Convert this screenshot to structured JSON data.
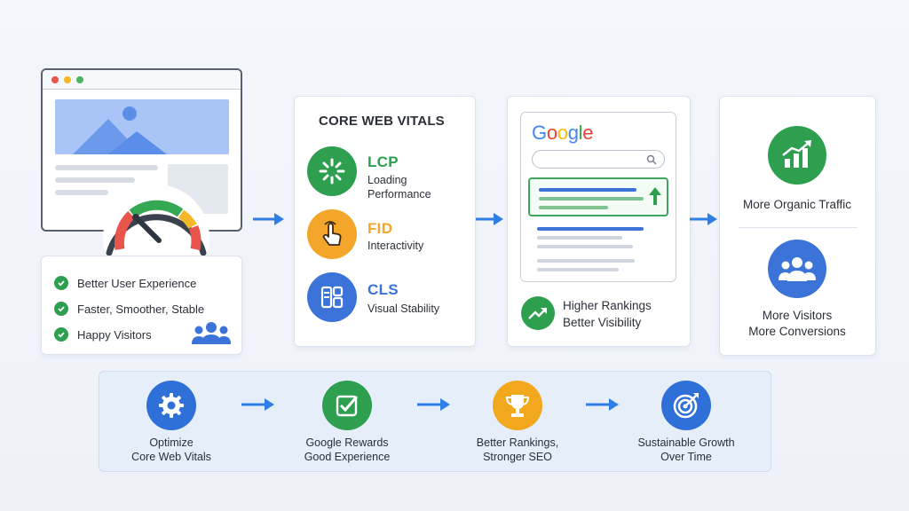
{
  "benefits": {
    "items": [
      {
        "label": "Better User Experience"
      },
      {
        "label": "Faster, Smoother, Stable"
      },
      {
        "label": "Happy Visitors"
      }
    ]
  },
  "vitals": {
    "title": "CORE WEB VITALS",
    "items": [
      {
        "code": "LCP",
        "desc1": "Loading",
        "desc2": "Performance",
        "color": "#2e9e4f"
      },
      {
        "code": "FID",
        "desc1": "Interactivity",
        "desc2": "",
        "color": "#f4a62a"
      },
      {
        "code": "CLS",
        "desc1": "Visual Stability",
        "desc2": "",
        "color": "#3b73d9"
      }
    ]
  },
  "google": {
    "logo_letters": [
      {
        "ch": "G",
        "color": "#4285f4"
      },
      {
        "ch": "o",
        "color": "#ea4335"
      },
      {
        "ch": "o",
        "color": "#fbbc05"
      },
      {
        "ch": "g",
        "color": "#4285f4"
      },
      {
        "ch": "l",
        "color": "#34a853"
      },
      {
        "ch": "e",
        "color": "#ea4335"
      }
    ],
    "line1": "Higher Rankings",
    "line2": "Better Visibility"
  },
  "outcomes": {
    "traffic": "More Organic Traffic",
    "visitors1": "More Visitors",
    "visitors2": "More Conversions"
  },
  "flow": [
    {
      "line1": "Optimize",
      "line2": "Core Web Vitals",
      "color": "#2f6fd8",
      "icon": "gear-icon"
    },
    {
      "line1": "Google Rewards",
      "line2": "Good Experience",
      "color": "#2e9e4f",
      "icon": "checkbox-icon"
    },
    {
      "line1": "Better Rankings,",
      "line2": "Stronger SEO",
      "color": "#f2a81d",
      "icon": "trophy-icon"
    },
    {
      "line1": "Sustainable Growth",
      "line2": "Over Time",
      "color": "#2f6fd8",
      "icon": "target-icon"
    }
  ],
  "colors": {
    "accent_blue": "#2f7de6",
    "green": "#2e9e4f",
    "orange": "#f4a62a"
  }
}
